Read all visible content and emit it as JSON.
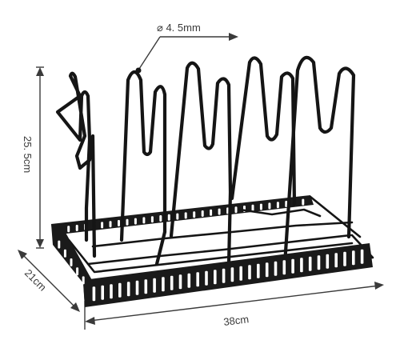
{
  "product": {
    "diameter_label": "⌀ 4. 5mm",
    "height_label": "25. 5cm",
    "depth_label": "21cm",
    "width_label": "38cm"
  }
}
